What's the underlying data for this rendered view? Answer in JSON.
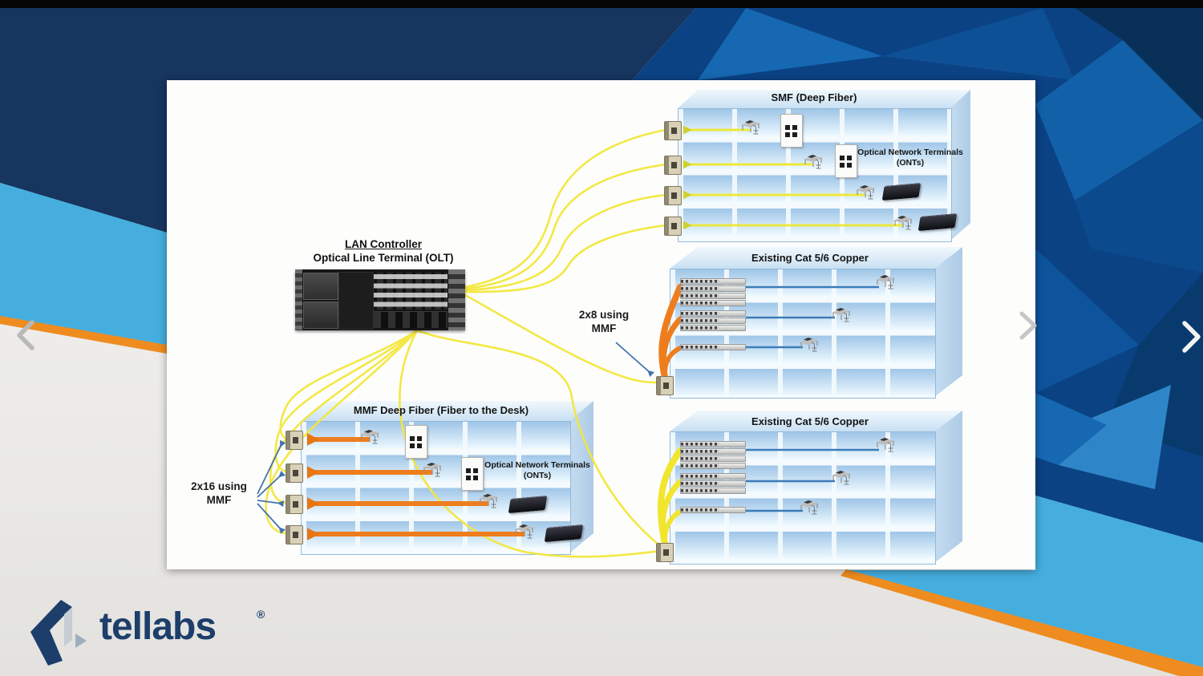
{
  "slide": {
    "olt": {
      "label_line1": "LAN Controller",
      "label_line2": "Optical Line Terminal (OLT)"
    },
    "buildings": {
      "smf": {
        "title": "SMF (Deep Fiber)",
        "ont_label_line1": "Optical Network Terminals",
        "ont_label_line2": "(ONTs)"
      },
      "cat_top": {
        "title": "Existing Cat 5/6 Copper"
      },
      "mmf": {
        "title": "MMF Deep Fiber (Fiber to the Desk)",
        "ont_label_line1": "Optical Network Terminals",
        "ont_label_line2": "(ONTs)"
      },
      "cat_bottom": {
        "title": "Existing Cat 5/6 Copper"
      }
    },
    "annotations": {
      "a2x8_line1": "2x8 using",
      "a2x8_line2": "MMF",
      "a2x16_line1": "2x16 using",
      "a2x16_line2": "MMF"
    }
  },
  "footer": {
    "brand": "tellabs",
    "registered": "®"
  },
  "colors": {
    "fiber_yellow": "#f3e73c",
    "mmf_orange": "#ee7d1d",
    "copper_blue": "#3b7cb8",
    "building_blue": "#cfe3f4",
    "brand_navy": "#1d3e6b",
    "accent_orange": "#ef8c1f",
    "sky_blue": "#45aede",
    "facet_navy": "#0b4284"
  }
}
